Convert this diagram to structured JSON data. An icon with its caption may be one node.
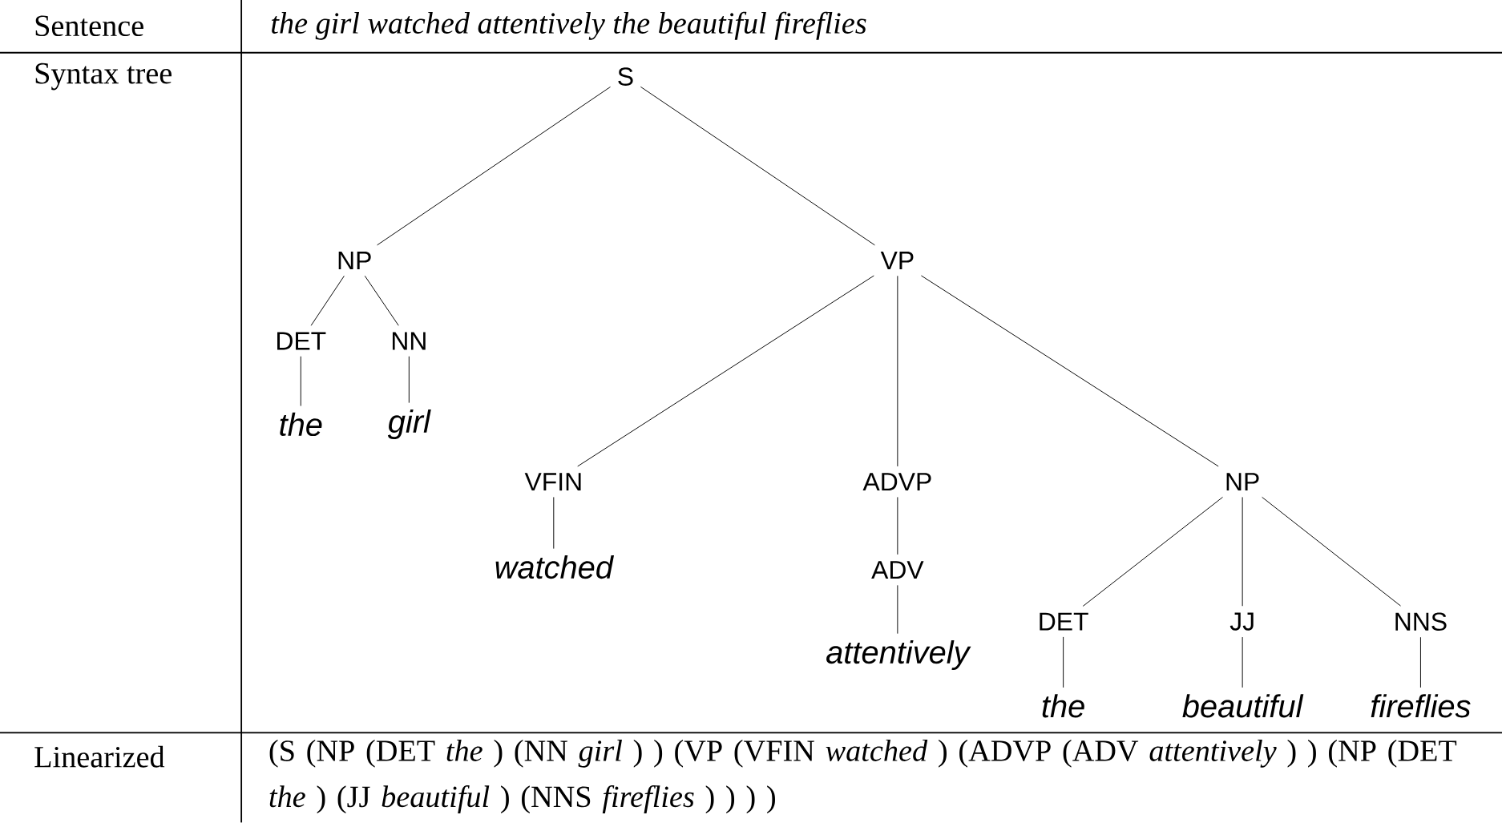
{
  "diagram": {
    "nodes": [
      {
        "text": [
          "S"
        ]
      },
      {
        "text": [
          "NP"
        ]
      },
      {
        "text": [
          "VP"
        ]
      },
      {
        "text": [
          "DET"
        ]
      },
      {
        "text": [
          "NN"
        ]
      },
      {
        "text": [
          "the"
        ]
      },
      {
        "text": [
          "girl"
        ]
      },
      {
        "text": [
          "VFIN"
        ]
      },
      {
        "text": [
          "ADVP"
        ]
      },
      {
        "text": [
          "NP"
        ]
      },
      {
        "text": [
          "watched"
        ]
      },
      {
        "text": [
          "ADV"
        ]
      },
      {
        "text": [
          "attentively"
        ]
      },
      {
        "text": [
          "DET"
        ]
      },
      {
        "text": [
          "JJ"
        ]
      },
      {
        "text": [
          "NNS"
        ]
      },
      {
        "text": [
          "the"
        ]
      },
      {
        "text": [
          "beautiful"
        ]
      },
      {
        "text": [
          "fireflies"
        ]
      }
    ],
    "edges": [
      {
        "from": 0,
        "to": 1,
        "arrow": "none"
      },
      {
        "from": 0,
        "to": 2,
        "arrow": "none"
      },
      {
        "from": 1,
        "to": 3,
        "arrow": "none"
      },
      {
        "from": 1,
        "to": 4,
        "arrow": "none"
      },
      {
        "from": 3,
        "to": 5,
        "arrow": "none"
      },
      {
        "from": 4,
        "to": 6,
        "arrow": "none"
      },
      {
        "from": 2,
        "to": 7,
        "arrow": "none"
      },
      {
        "from": 2,
        "to": 8,
        "arrow": "none"
      },
      {
        "from": 2,
        "to": 9,
        "arrow": "none"
      },
      {
        "from": 7,
        "to": 10,
        "arrow": "none"
      },
      {
        "from": 8,
        "to": 11,
        "arrow": "none"
      },
      {
        "from": 11,
        "to": 12,
        "arrow": "none"
      },
      {
        "from": 9,
        "to": 13,
        "arrow": "none"
      },
      {
        "from": 9,
        "to": 14,
        "arrow": "none"
      },
      {
        "from": 9,
        "to": 15,
        "arrow": "none"
      },
      {
        "from": 13,
        "to": 16,
        "arrow": "none"
      },
      {
        "from": 14,
        "to": 17,
        "arrow": "none"
      },
      {
        "from": 15,
        "to": 18,
        "arrow": "none"
      }
    ],
    "labels": [
      "Sentence",
      "the girl watched attentively the beautiful fireflies",
      "Syntax tree",
      "Linearized",
      "(S (NP (DET *the* ) (NN *girl* ) ) (VP (VFIN *watched* ) (ADVP (ADV *attentively* ) ) (NP (DET *the* ) (JJ *beautiful* ) (NNS *fireflies* ) ) ) )"
    ]
  }
}
